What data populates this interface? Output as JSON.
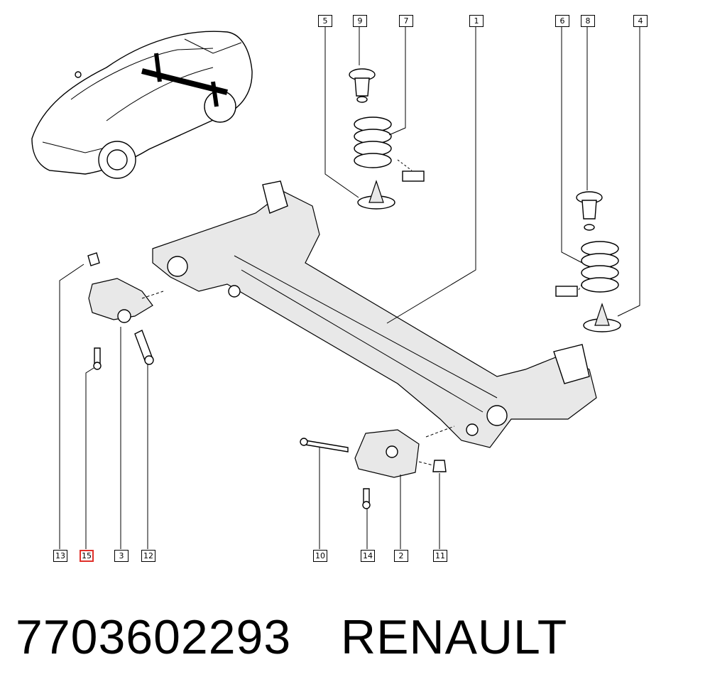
{
  "callouts": {
    "c1": "1",
    "c2": "2",
    "c3": "3",
    "c4": "4",
    "c5": "5",
    "c6": "6",
    "c7": "7",
    "c8": "8",
    "c9": "9",
    "c10": "10",
    "c11": "11",
    "c12": "12",
    "c13": "13",
    "c14": "14",
    "c15": "15"
  },
  "highlighted_callout": "15",
  "caption": {
    "part_number": "7703602293",
    "brand": "RENAULT"
  },
  "colors": {
    "highlight": "#e0302a",
    "line": "#000000",
    "background": "#ffffff"
  }
}
